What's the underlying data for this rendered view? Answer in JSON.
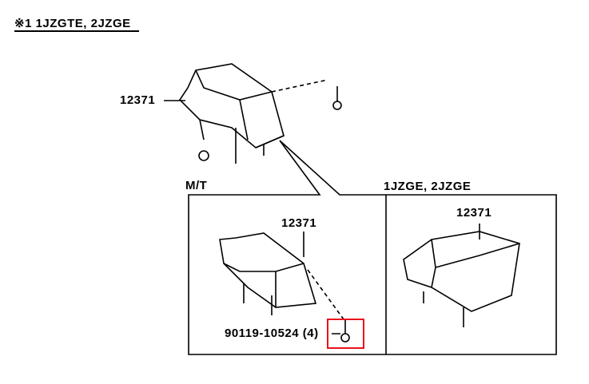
{
  "header": {
    "title": "※1 1JZGTE,  2JZGE"
  },
  "main_part": {
    "part_number": "12371"
  },
  "mt_panel": {
    "label": "M/T",
    "part_number": "12371",
    "bolt_part_number": "90119-10524 (4)"
  },
  "engine_panel": {
    "label": "1JZGE, 2JZGE",
    "part_number": "12371"
  },
  "colors": {
    "highlight": "#e8141c",
    "line": "#000000"
  }
}
